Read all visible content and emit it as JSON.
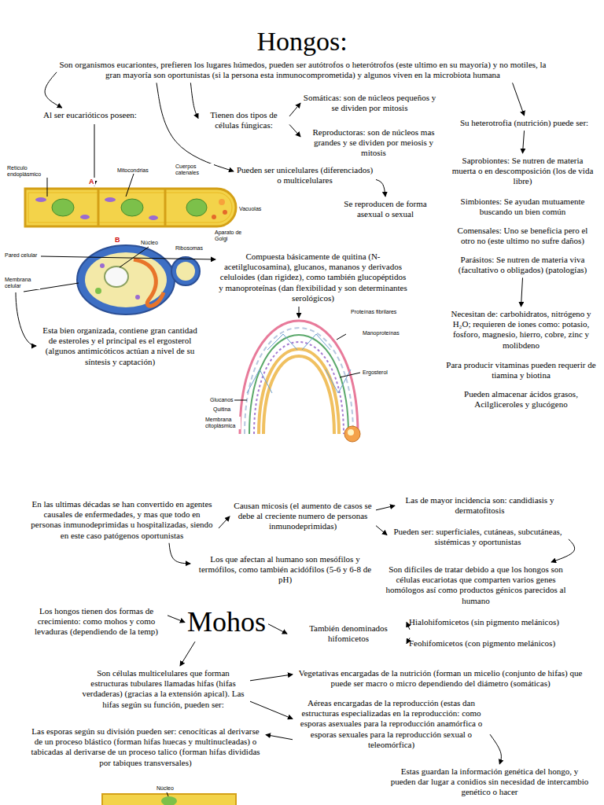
{
  "diagram": {
    "title": "Hongos:",
    "nodes": [
      {
        "text": [
          "Son organismos eucariontes, prefieren los lugares húmedos, pueden ser autótrofos o heterótrofos (este ultimo en su mayoría) y no motiles, la gran mayoría son oportunistas (si la persona esta inmunocomprometida) y algunos viven en la microbiota humana"
        ]
      },
      {
        "text": [
          "Al ser eucarióticos poseen:"
        ]
      },
      {
        "text": [
          "Tienen dos tipos de células fúngicas:"
        ]
      },
      {
        "text": [
          "Somáticas: son de núcleos pequeños y se dividen por mitosis"
        ]
      },
      {
        "text": [
          "Reproductoras: son de núcleos mas grandes y se dividen por meiosis y mitosis"
        ]
      },
      {
        "text": [
          "Su heterotrofia (nutrición) puede ser:"
        ]
      },
      {
        "text": [
          "Pueden ser unicelulares (diferenciados) o multicelulares"
        ]
      },
      {
        "text": [
          "Se reproducen de forma asexual o sexual"
        ]
      },
      {
        "text": [
          "Saprobiontes: Se nutren de materia muerta o en descomposición (los de vida libre)"
        ]
      },
      {
        "text": [
          "Simbiontes: Se ayudan mutuamente buscando un bien común"
        ]
      },
      {
        "text": [
          "Comensales: Uno se beneficia pero el otro no (este ultimo no sufre daños)"
        ]
      },
      {
        "text": [
          "Parásitos: Se nutren de materia viva (facultativo o obligados) (patologías)"
        ]
      },
      {
        "text": [
          "Compuesta básicamente de quitina (N-acetilglucosamina), glucanos, mananos y derivados celuloides (dan rigidez), como también glucopéptidos y manoproteínas (dan flexibilidad y son determinantes serológicos)"
        ]
      },
      {
        "text": [
          "Esta bien organizada, contiene gran cantidad de esteroles y el principal es el ergosterol (algunos antimicóticos actúan a nivel de su síntesis y captación)"
        ]
      },
      {
        "text": [
          "Necesitan de: carbohidratos, nitrógeno y H₂O; requieren de iones como: potasio, fosforo, magnesio, hierro, cobre, zinc y molibdeno"
        ]
      },
      {
        "text": [
          "Para producir vitaminas pueden requerir de tiamina y biotina"
        ]
      },
      {
        "text": [
          "Pueden almacenar ácidos grasos, Acilgliceroles y glucógeno"
        ]
      },
      {
        "text": [
          "En las ultimas décadas se han convertido en agentes causales de enfermedades, y mas que todo en personas inmunodeprimidas u hospitalizadas, siendo en este caso patógenos oportunistas"
        ]
      },
      {
        "text": [
          "Causan micosis (el aumento de casos se debe al creciente numero de personas inmunodeprimidas)"
        ]
      },
      {
        "text": [
          "Las de mayor incidencia son: candidiasis y dermatofitosis"
        ]
      },
      {
        "text": [
          "Pueden ser: superficiales, cutáneas, subcutáneas, sistémicas y oportunistas"
        ]
      },
      {
        "text": [
          "Los que afectan al humano son mesófilos y termófilos, como también acidófilos (5-6 y 6-8 de pH)"
        ]
      },
      {
        "text": [
          "Son difíciles de tratar debido a que los hongos son células eucariotas que comparten varios genes homólogos así como productos génicos parecidos al humano"
        ]
      },
      {
        "text": [
          "Los hongos tienen dos formas de crecimiento: como mohos y como levaduras (dependiendo de la temp)"
        ]
      },
      {
        "text": [
          "Mohos"
        ]
      },
      {
        "text": [
          "También denominados hifomicetos"
        ]
      },
      {
        "text": [
          "Hialohifomicetos (sin pigmento melánicos)"
        ]
      },
      {
        "text": [
          "Feohifomicetos (con pigmento melánicos)"
        ]
      },
      {
        "text": [
          "Son células multicelulares que forman estructuras tubulares llamadas hifas (hifas verdaderas) (gracias a la extensión apical). Las hifas según su función, pueden ser:"
        ]
      },
      {
        "text": [
          "Vegetativas encargadas de la nutrición (forman un micelio (conjunto de hifas) que puede ser macro o micro dependiendo del diámetro (somáticas)"
        ]
      },
      {
        "text": [
          "Aéreas encargadas de la reproducción (estas dan estructuras especializadas en la reproducción: como esporas asexuales para la reproducción anamórfica o esporas sexuales para la reproducción sexual o teleomórfica)"
        ]
      },
      {
        "text": [
          "Las esporas según su división pueden ser: cenocíticas al derivarse de un proceso blástico (forman hifas huecas y multinucleadas) o tabicadas al derivarse de un proceso talico (forman hifas divididas por tabiques transversales)"
        ]
      },
      {
        "text": [
          "Estas guardan la información genética del hongo, y pueden dar lugar a conidios sin necesidad de intercambio genético o hacer"
        ]
      }
    ],
    "edges": [
      {
        "from": 0,
        "to": 1,
        "arrow": "to"
      },
      {
        "from": 0,
        "to": 2,
        "arrow": "to"
      },
      {
        "from": 0,
        "to": 6,
        "arrow": "to"
      },
      {
        "from": 0,
        "to": 5,
        "arrow": "to"
      },
      {
        "from": 2,
        "to": 3,
        "arrow": "to"
      },
      {
        "from": 2,
        "to": 4,
        "arrow": "to"
      },
      {
        "from": 6,
        "to": 7,
        "arrow": "to"
      },
      {
        "from": 5,
        "to": 8,
        "arrow": "to"
      },
      {
        "from": 11,
        "to": 14,
        "arrow": "to"
      },
      {
        "from": 17,
        "to": 18,
        "arrow": "to"
      },
      {
        "from": 18,
        "to": 19,
        "arrow": "to"
      },
      {
        "from": 18,
        "to": 20,
        "arrow": "to"
      },
      {
        "from": 17,
        "to": 21,
        "arrow": "to"
      },
      {
        "from": 20,
        "to": 22,
        "arrow": "to"
      },
      {
        "from": 23,
        "to": 24,
        "arrow": "to"
      },
      {
        "from": 24,
        "to": 25,
        "arrow": "to"
      },
      {
        "from": 25,
        "to": 26,
        "arrow": "to"
      },
      {
        "from": 25,
        "to": 27,
        "arrow": "to"
      },
      {
        "from": 24,
        "to": 28,
        "arrow": "to"
      },
      {
        "from": 28,
        "to": 29,
        "arrow": "to"
      },
      {
        "from": 28,
        "to": 30,
        "arrow": "to"
      },
      {
        "from": 30,
        "to": 31,
        "arrow": "to"
      },
      {
        "from": 30,
        "to": 32,
        "arrow": "to"
      }
    ],
    "labels": [
      "Retículo endoplásmico",
      "Mitocondrias",
      "Cuerpos catenales",
      "A",
      "Vacuolas",
      "Aparato de Golgi",
      "B",
      "Núcleo",
      "Ribosomas",
      "Pared celular",
      "Membrana celular",
      "Proteínas fibrilares",
      "Manoproteínas",
      "Ergosterol",
      "Glucanos",
      "Quitina",
      "Membrana citoplásmica",
      "Núcleo"
    ]
  }
}
